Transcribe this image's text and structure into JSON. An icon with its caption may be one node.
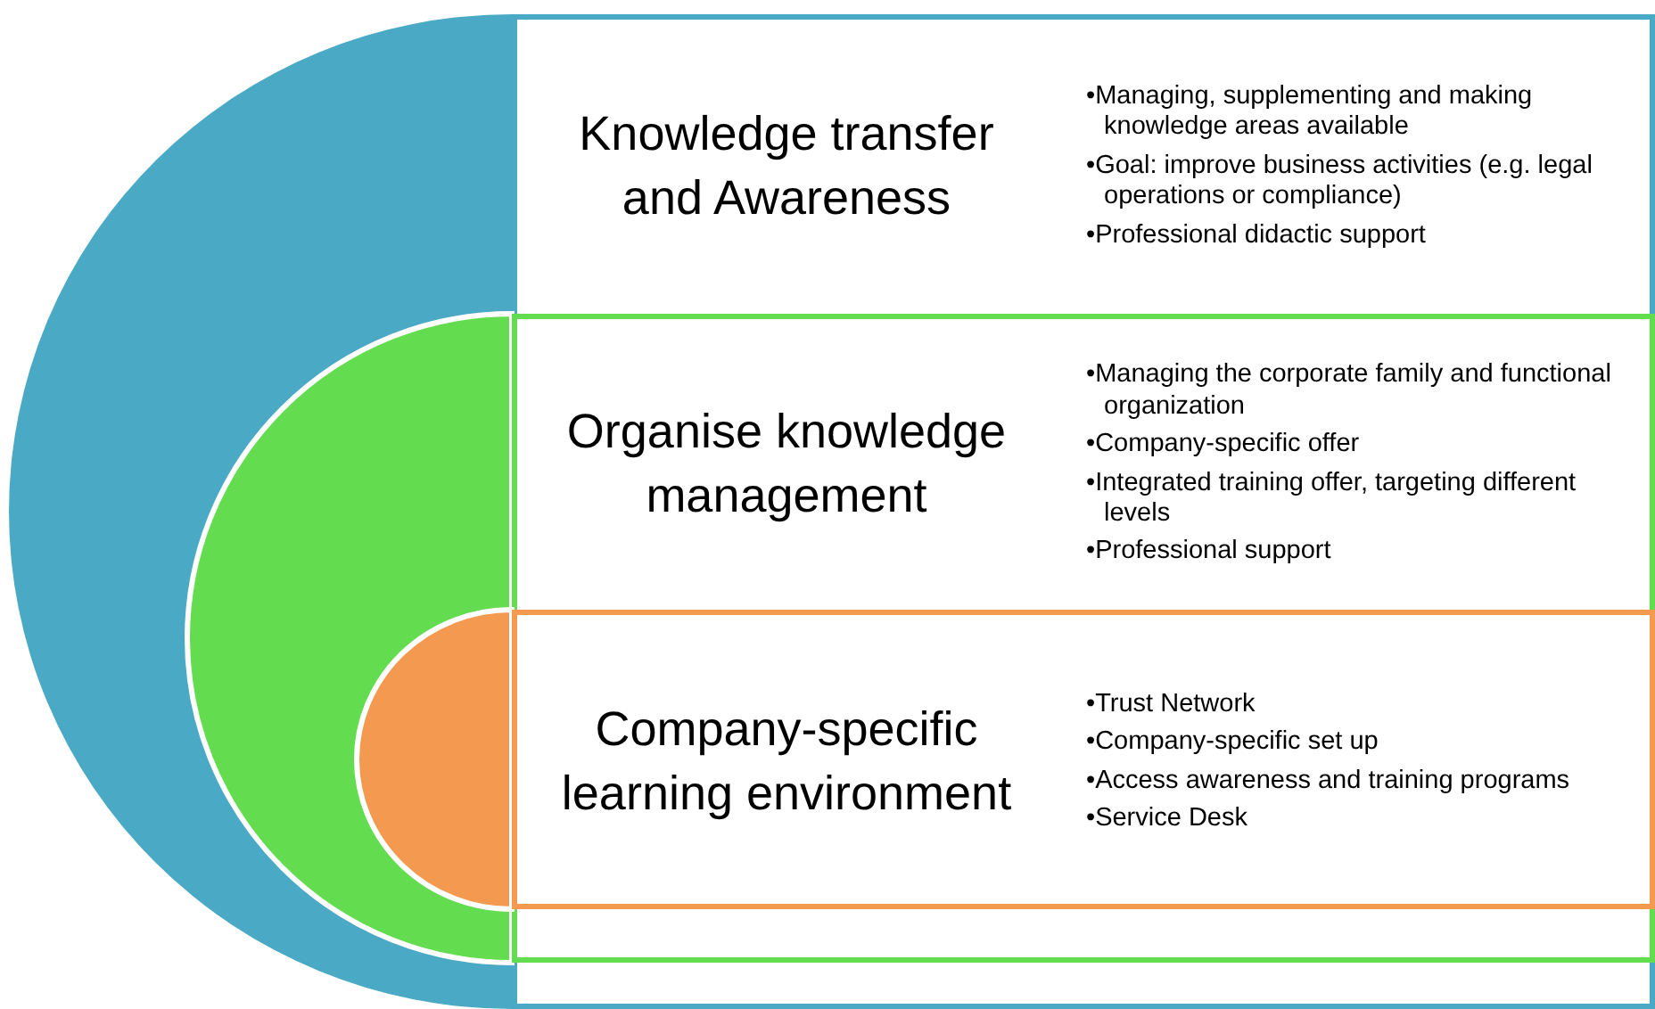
{
  "diagram": {
    "nodes": [
      {
        "text": [
          "Knowledge transfer and Awareness",
          "•Managing, supplementing and making knowledge areas available",
          "•Goal: improve business activities (e.g. legal operations or compliance)",
          "•Professional didactic support"
        ]
      },
      {
        "text": [
          "Organise knowledge management",
          "•Managing the corporate family and functional organization",
          "•Company-specific offer",
          "•Integrated training offer, targeting different levels",
          "•Professional support"
        ],
        "in": 0
      },
      {
        "text": [
          "Company-specific learning environment",
          "•Trust Network",
          "•Company-specific set up",
          "•Access awareness and training programs",
          "•Service Desk"
        ],
        "in": 1
      }
    ]
  }
}
